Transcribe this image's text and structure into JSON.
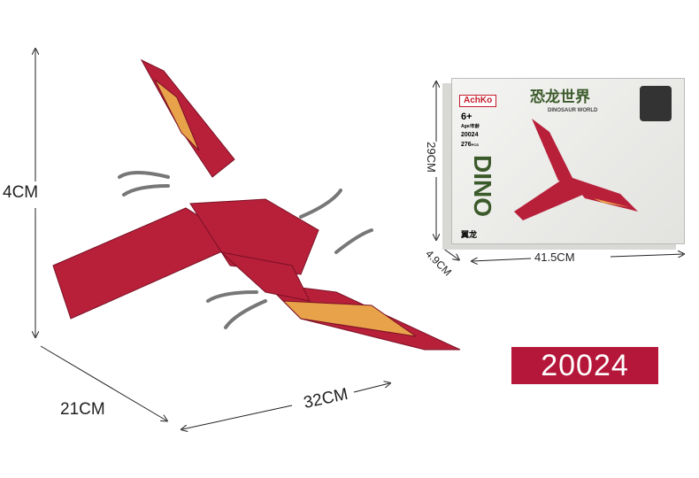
{
  "dimensions": {
    "height": "4CM",
    "depth": "21CM",
    "length": "32CM"
  },
  "box": {
    "brand": "AchKo",
    "title_cn": "恐龙世界",
    "title_en": "DINOSAUR WORLD",
    "age": "6+",
    "age_label": "Age/年龄",
    "item_no": "20024",
    "pieces": "276",
    "pcs_unit": "PCS",
    "side_title": "DINO",
    "name_cn": "翼龙",
    "height": "29CM",
    "depth": "4.9CM",
    "width": "41.5CM"
  },
  "model_number": "20024",
  "colors": {
    "badge": "#b5173a",
    "model_red": "#b8203a",
    "model_orange": "#e8a24a"
  }
}
